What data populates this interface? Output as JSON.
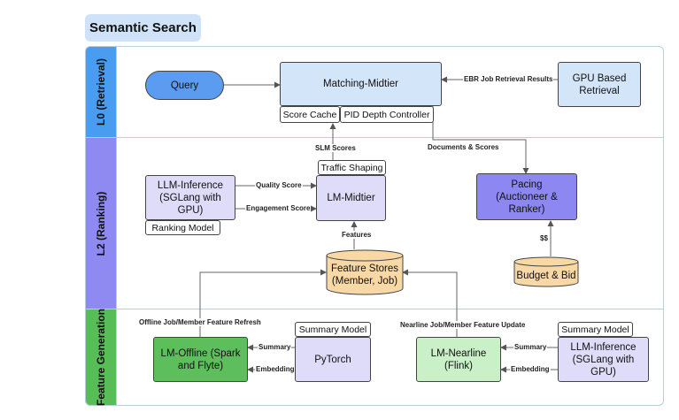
{
  "title": "Semantic Search",
  "lanes": {
    "retrieval": "L0 (Retrieval)",
    "ranking": "L2 (Ranking)",
    "generation": "Feature Generation"
  },
  "nodes": {
    "query": "Query",
    "matching_midtier": "Matching-Midtier",
    "score_cache": "Score Cache",
    "pid_controller": "PID Depth Controller",
    "gpu_retrieval": "GPU Based Retrieval",
    "traffic_shaping": "Traffic Shaping",
    "lm_midtier": "LM-Midtier",
    "llm_inference_top": "LLM-Inference (SGLang with GPU)",
    "ranking_model": "Ranking Model",
    "pacing": "Pacing (Auctioneer & Ranker)",
    "budget_bid": "Budget & Bid",
    "feature_stores": "Feature Stores (Member, Job)",
    "lm_offline": "LM-Offline (Spark and Flyte)",
    "pytorch": "PyTorch",
    "summary_model_left": "Summary Model",
    "lm_nearline": "LM-Nearline (Flink)",
    "llm_inference_bottom": "LLM-Inference (SGLang with GPU)",
    "summary_model_right": "Summary Model"
  },
  "edges": {
    "ebr": "EBR Job Retrieval Results",
    "slm_scores": "SLM Scores",
    "documents_scores": "Documents & Scores",
    "quality_score": "Quality Score",
    "engagement_score": "Engagement Score",
    "features": "Features",
    "money": "$$",
    "offline_refresh": "Offline Job/Member Feature Refresh",
    "nearline_update": "Nearline Job/Member Feature Update",
    "summary_left": "Summary",
    "embedding_left": "Embedding",
    "summary_right": "Summary",
    "embedding_right": "Embedding"
  },
  "colors": {
    "query": "#5b9bf0",
    "light_blue": "#d3e5f9",
    "lavender": "#dedcf9",
    "pacing": "#8d87f1",
    "store": "#f8d8a4",
    "offline": "#5cbf5c",
    "nearline": "#c9f0c7",
    "lane_retrieval": "#4a9cf0",
    "lane_ranking": "#8f8af2",
    "lane_generation": "#57bd57"
  }
}
